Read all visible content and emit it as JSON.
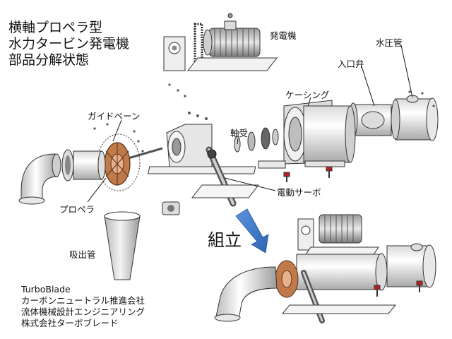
{
  "title": {
    "line1": "横軸プロペラ型",
    "line2": "水力タービン発電機",
    "line3": "部品分解状態"
  },
  "labels": {
    "generator": "発電機",
    "penstock": "水圧管",
    "inlet_valve": "入口弁",
    "casing": "ケーシング",
    "guide_vane": "ガイドベーン",
    "bearing": "軸受",
    "servo": "電動サーボ",
    "propeller": "プロペラ",
    "draft_tube": "吸出管",
    "assembly": "組立"
  },
  "credits": {
    "line1": "TurboBlade",
    "line2": "カーボンニュートラル推進会社",
    "line3": "流体機械設計エンジニアリング",
    "line4": "株式会社ターボブレード"
  },
  "colors": {
    "arrow": "#3a78c9",
    "copper": "#c07a4a",
    "metal_light": "#ececec",
    "metal_mid": "#bdbdbd",
    "metal_dark": "#3a3a3a",
    "valve_red": "#b32020"
  }
}
